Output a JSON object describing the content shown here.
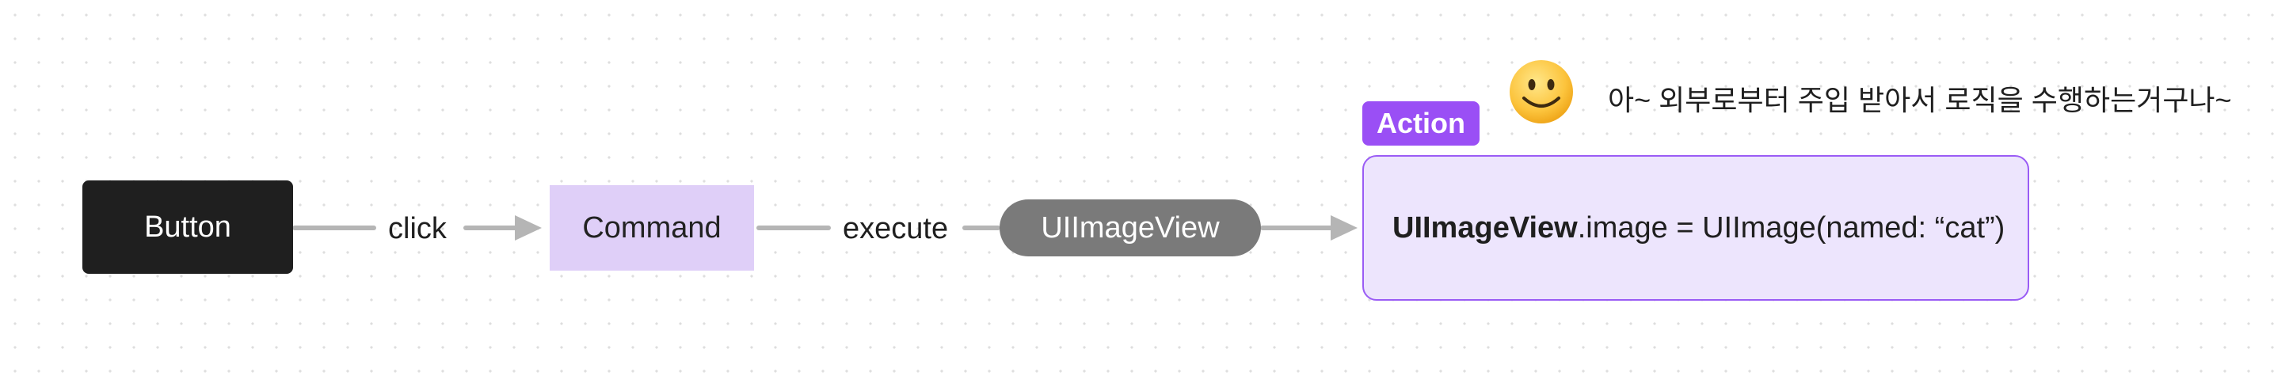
{
  "nodes": {
    "button": "Button",
    "command": "Command",
    "uiimageview": "UIImageView"
  },
  "edges": {
    "click": "click",
    "execute": "execute"
  },
  "action": {
    "tag": "Action",
    "code_bold": "UIImageView",
    "code_rest": ".image = UIImage(named: “cat”)"
  },
  "comment": {
    "icon": "smiley-face-icon",
    "text": "아~ 외부로부터 주입 받아서 로직을 수행하는거구나~"
  },
  "colors": {
    "button_fill": "#1f1f1f",
    "command_fill": "#dfcff8",
    "uiimageview_fill": "#7a7a7a",
    "action_fill": "#ede5fd",
    "action_border": "#9a5cf5",
    "action_tag_fill": "#9a4ff5",
    "connector": "#b5b5b5"
  }
}
